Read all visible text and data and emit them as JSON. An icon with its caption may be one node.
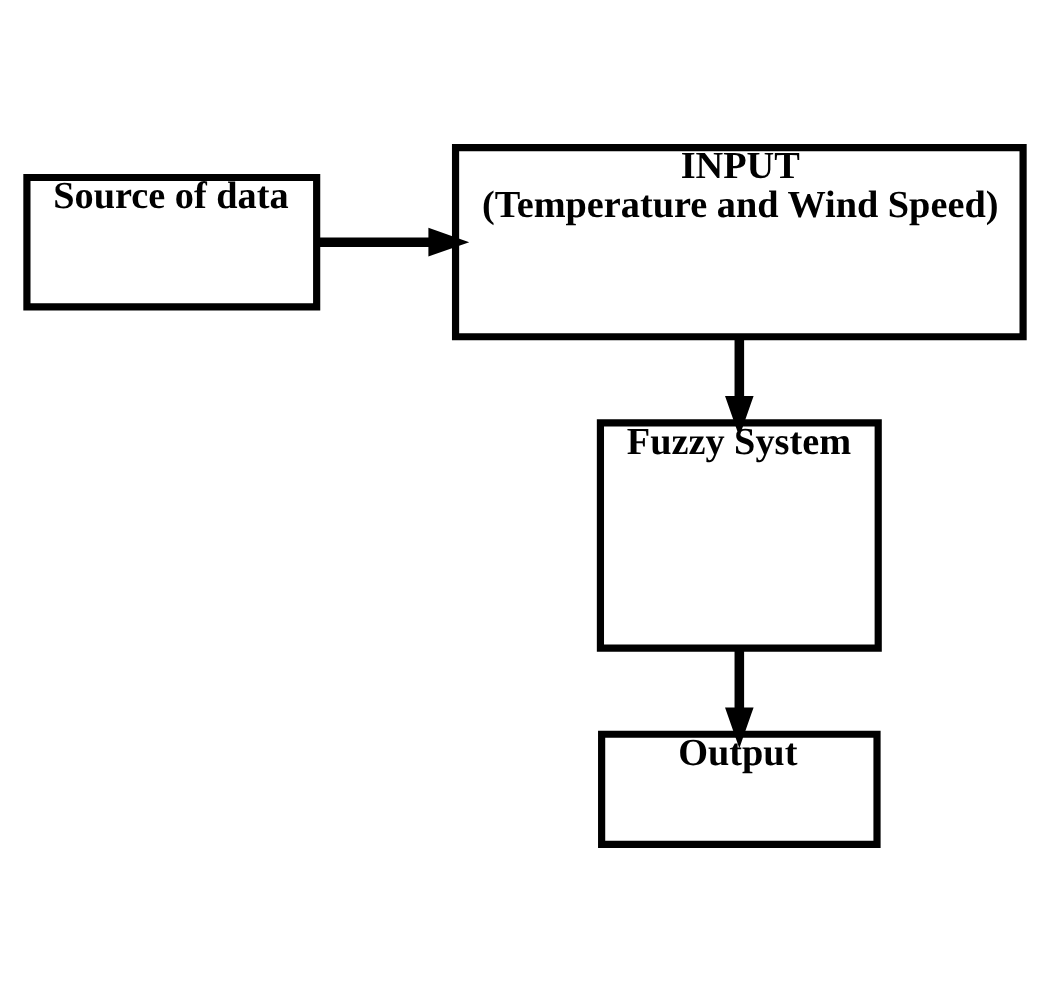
{
  "diagram": {
    "nodes": [
      {
        "text": [
          "Source of data"
        ]
      },
      {
        "text": [
          "INPUT",
          "(Temperature and Wind Speed)"
        ]
      },
      {
        "text": [
          "Fuzzy System"
        ]
      },
      {
        "text": [
          "Output"
        ]
      }
    ],
    "edges": [
      {
        "from": 0,
        "to": 1,
        "arrow": "to"
      },
      {
        "from": 1,
        "to": 2,
        "arrow": "to"
      },
      {
        "from": 2,
        "to": 3,
        "arrow": "to"
      }
    ]
  }
}
